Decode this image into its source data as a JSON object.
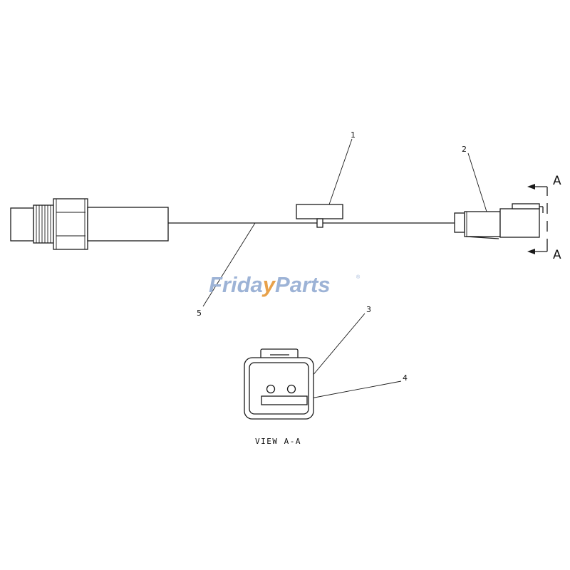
{
  "callouts": {
    "c1": "1",
    "c2": "2",
    "c3": "3",
    "c4": "4",
    "c5": "5"
  },
  "section_marker": {
    "top_letter": "A",
    "bottom_letter": "A"
  },
  "view_label": "VIEW A-A",
  "watermark": {
    "part1": "Frida",
    "part2": "y",
    "part3": "Parts",
    "mark": "®",
    "colors": {
      "primary": "#9db3d6",
      "accent": "#e8a14a"
    }
  },
  "colors": {
    "line": "#1a1a1a",
    "background": "#ffffff"
  }
}
